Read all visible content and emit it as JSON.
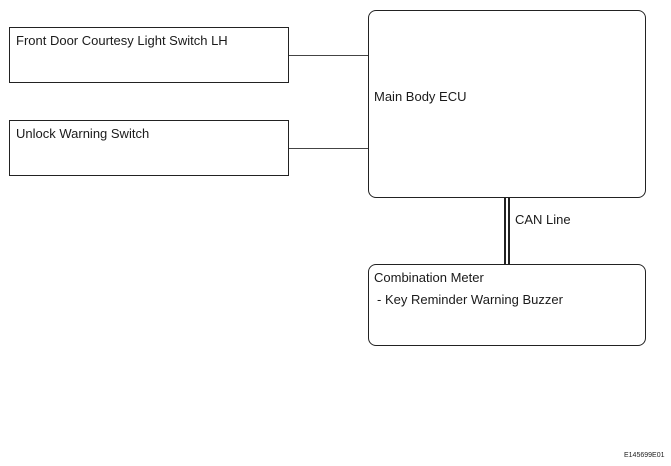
{
  "blocks": {
    "front_door_switch": "Front Door Courtesy Light Switch LH",
    "unlock_warning_switch": "Unlock Warning Switch",
    "main_body_ecu": "Main Body ECU",
    "combination_meter": {
      "title": "Combination Meter",
      "item": "- Key Reminder Warning Buzzer"
    }
  },
  "connections": {
    "can_line_label": "CAN Line"
  },
  "figure_code": "E145699E01"
}
